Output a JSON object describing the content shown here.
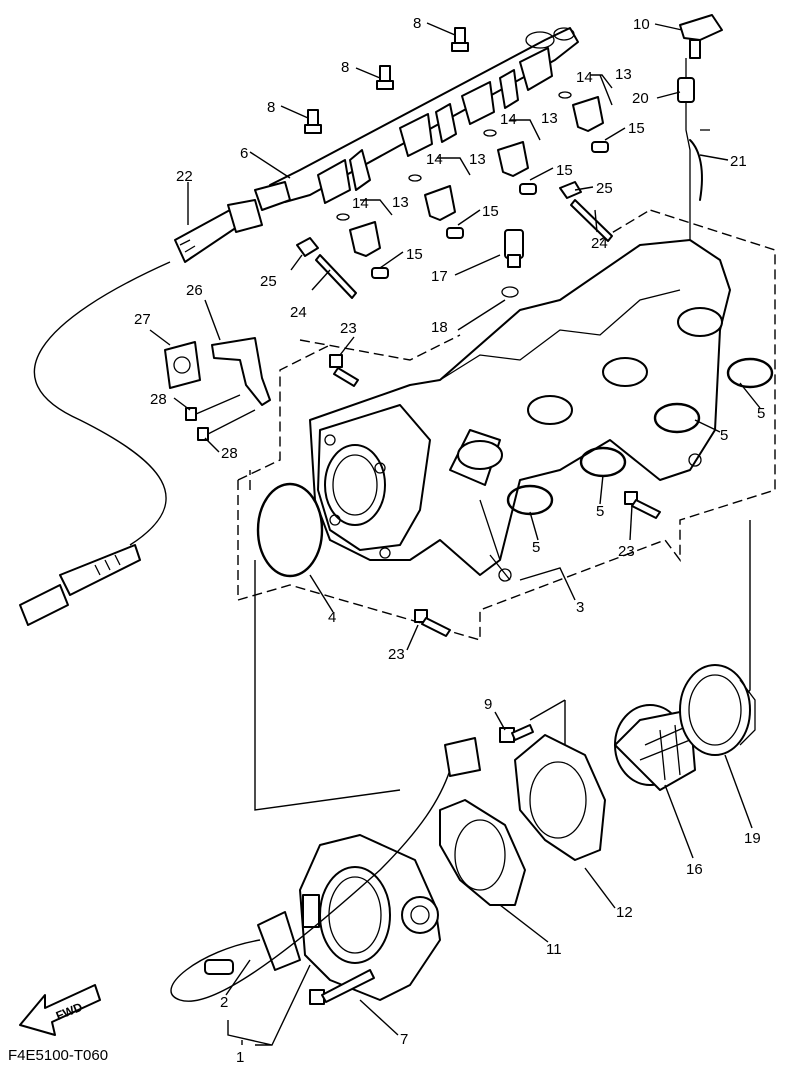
{
  "diagram_code": "F4E5100-T060",
  "fwd_label": "FWD",
  "callouts": [
    {
      "id": "1",
      "text": "1"
    },
    {
      "id": "2",
      "text": "2"
    },
    {
      "id": "3",
      "text": "3"
    },
    {
      "id": "4",
      "text": "4"
    },
    {
      "id": "5a",
      "text": "5"
    },
    {
      "id": "5b",
      "text": "5"
    },
    {
      "id": "5c",
      "text": "5"
    },
    {
      "id": "5d",
      "text": "5"
    },
    {
      "id": "6",
      "text": "6"
    },
    {
      "id": "7",
      "text": "7"
    },
    {
      "id": "8a",
      "text": "8"
    },
    {
      "id": "8b",
      "text": "8"
    },
    {
      "id": "8c",
      "text": "8"
    },
    {
      "id": "9",
      "text": "9"
    },
    {
      "id": "10",
      "text": "10"
    },
    {
      "id": "11",
      "text": "11"
    },
    {
      "id": "12",
      "text": "12"
    },
    {
      "id": "13a",
      "text": "13"
    },
    {
      "id": "13b",
      "text": "13"
    },
    {
      "id": "13c",
      "text": "13"
    },
    {
      "id": "13d",
      "text": "13"
    },
    {
      "id": "14a",
      "text": "14"
    },
    {
      "id": "14b",
      "text": "14"
    },
    {
      "id": "14c",
      "text": "14"
    },
    {
      "id": "14d",
      "text": "14"
    },
    {
      "id": "15a",
      "text": "15"
    },
    {
      "id": "15b",
      "text": "15"
    },
    {
      "id": "15c",
      "text": "15"
    },
    {
      "id": "15d",
      "text": "15"
    },
    {
      "id": "16",
      "text": "16"
    },
    {
      "id": "17",
      "text": "17"
    },
    {
      "id": "18",
      "text": "18"
    },
    {
      "id": "19",
      "text": "19"
    },
    {
      "id": "20",
      "text": "20"
    },
    {
      "id": "21",
      "text": "21"
    },
    {
      "id": "22",
      "text": "22"
    },
    {
      "id": "23a",
      "text": "23"
    },
    {
      "id": "23b",
      "text": "23"
    },
    {
      "id": "23c",
      "text": "23"
    },
    {
      "id": "24a",
      "text": "24"
    },
    {
      "id": "24b",
      "text": "24"
    },
    {
      "id": "25a",
      "text": "25"
    },
    {
      "id": "25b",
      "text": "25"
    },
    {
      "id": "26",
      "text": "26"
    },
    {
      "id": "27",
      "text": "27"
    },
    {
      "id": "28a",
      "text": "28"
    },
    {
      "id": "28b",
      "text": "28"
    }
  ]
}
